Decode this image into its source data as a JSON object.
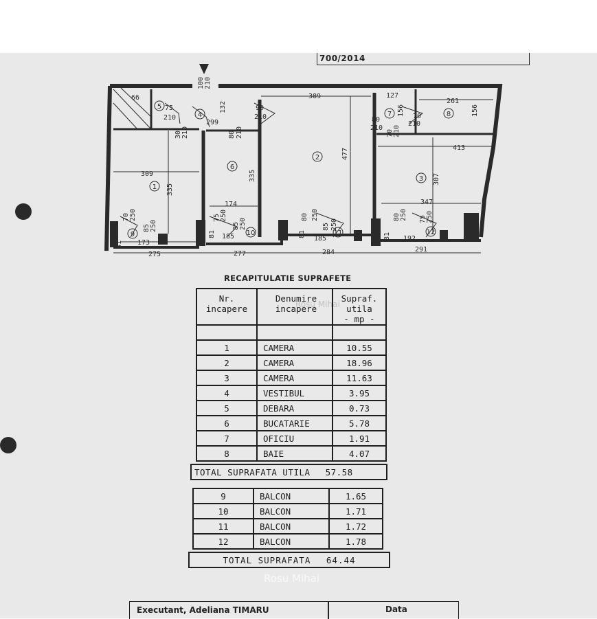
{
  "document": {
    "ref_number": "700/2014",
    "table_title": "RECAPITULATIE SUPRAFETE",
    "headers": {
      "nr": [
        "Nr.",
        "incapere"
      ],
      "name": [
        "Denumire",
        "incapere"
      ],
      "area": [
        "Supraf.",
        "utila",
        "- mp -"
      ]
    },
    "rooms": [
      {
        "nr": "1",
        "name": "CAMERA",
        "area": "10.55"
      },
      {
        "nr": "2",
        "name": "CAMERA",
        "area": "18.96"
      },
      {
        "nr": "3",
        "name": "CAMERA",
        "area": "11.63"
      },
      {
        "nr": "4",
        "name": "VESTIBUL",
        "area": "3.95"
      },
      {
        "nr": "5",
        "name": "DEBARA",
        "area": "0.73"
      },
      {
        "nr": "6",
        "name": "BUCATARIE",
        "area": "5.78"
      },
      {
        "nr": "7",
        "name": "OFICIU",
        "area": "1.91"
      },
      {
        "nr": "8",
        "name": "BAIE",
        "area": "4.07"
      }
    ],
    "total_useful_label": "TOTAL SUPRAFATA UTILA",
    "total_useful_value": "57.58",
    "balconies": [
      {
        "nr": "9",
        "name": "BALCON",
        "area": "1.65"
      },
      {
        "nr": "10",
        "name": "BALCON",
        "area": "1.71"
      },
      {
        "nr": "11",
        "name": "BALCON",
        "area": "1.72"
      },
      {
        "nr": "12",
        "name": "BALCON",
        "area": "1.78"
      }
    ],
    "total_label": "TOTAL SUPRAFATA",
    "total_value": "64.44",
    "executant_label": "Executant, Adeliana TIMARU",
    "date_label": "Data",
    "watermark": "Rosu Mihai"
  },
  "plan": {
    "dimensions": [
      "66",
      "100",
      "210",
      "389",
      "127",
      "261",
      "90",
      "210",
      "132",
      "299",
      "75",
      "210",
      "156",
      "156",
      "80",
      "210",
      "70",
      "210",
      "70",
      "210",
      "30",
      "210",
      "80",
      "210",
      "413",
      "309",
      "335",
      "335",
      "477",
      "307",
      "174",
      "347",
      "70",
      "250",
      "85",
      "250",
      "75",
      "250",
      "85",
      "250",
      "80",
      "250",
      "85",
      "250",
      "80",
      "250",
      "75",
      "250",
      "81",
      "173",
      "81",
      "185",
      "81",
      "185",
      "81",
      "192",
      "275",
      "277",
      "284",
      "291"
    ],
    "room_numbers": [
      "1",
      "2",
      "3",
      "4",
      "5",
      "6",
      "7",
      "8",
      "9",
      "10",
      "11",
      "12"
    ]
  }
}
